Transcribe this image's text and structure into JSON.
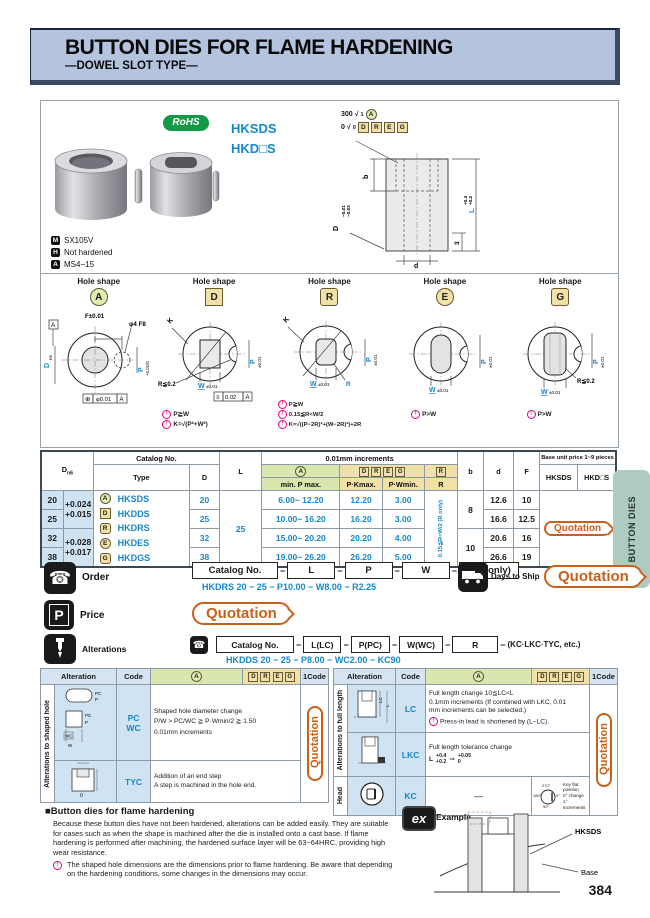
{
  "hdr": {
    "title": "BUTTON DIES FOR FLAME HARDENING",
    "subtitle": "—DOWEL SLOT TYPE—"
  },
  "product": {
    "rohs": "RoHS",
    "model1": "HKSDS",
    "model2": "HKD□S",
    "specs": [
      {
        "badge": "M",
        "text": "SX105V"
      },
      {
        "badge": "H",
        "text": "Not hardened"
      },
      {
        "badge": "A",
        "text": "MS4−15"
      }
    ]
  },
  "drw": {
    "r_top_val": "300",
    "r_top_n": "1",
    "r_top_badge": "A",
    "r_bot_val": "0",
    "r_bot_n": "0",
    "dim_b": "b",
    "dim_d": "d",
    "dim_step": "3",
    "dim_L": "L",
    "l_tol_top": "+0.4",
    "l_tol_bot": "+0.2",
    "dim_D": "D",
    "d_tol_top": "−0.01",
    "d_tol_bot": "−0.03"
  },
  "hs": {
    "title": "Hole shape",
    "a": {
      "badge": "A",
      "datum": "A",
      "f": "F±0.01",
      "pin": "φ4 F8",
      "dl": "D",
      "dsub": "n6",
      "p": "P",
      "ptol": "+0.01/0",
      "tsym": "⊕",
      "tval": "φ0.01",
      "tdat": "A"
    },
    "d": {
      "badge": "D",
      "k": "K",
      "p": "P",
      "ptol": "±0.01",
      "w": "W",
      "wtol": "±0.01",
      "r": "R≦0.2",
      "tsym": "≡",
      "tval": "0.02",
      "tdat": "A",
      "n1": "P≧W",
      "n2": "K=√(P²+W²)"
    },
    "r": {
      "badge": "R",
      "k": "K",
      "p": "P",
      "ptol": "±0.01",
      "w": "W",
      "wtol": "±0.01",
      "r": "R",
      "n1": "P≧W",
      "n2": "0.15≦R<W/2",
      "n3": "K=√((P−2R)²+(W−2R)²)+2R"
    },
    "e": {
      "badge": "E",
      "p": "P",
      "ptol": "±0.01",
      "w": "W",
      "wtol": "±0.01",
      "n1": "P>W"
    },
    "g": {
      "badge": "G",
      "p": "P",
      "ptol": "±0.01",
      "w": "W",
      "wtol": "±0.01",
      "r": "R≦0.2",
      "n1": "P>W"
    }
  },
  "tbl": {
    "h": {
      "d": "D",
      "dsub": "n6",
      "catalog": "Catalog No.",
      "type": "Type",
      "dcol": "D",
      "l": "L",
      "inc": "0.01mm increments",
      "ba": "A",
      "bd": "D",
      "br": "R",
      "be": "E",
      "bg": "G",
      "br2": "R",
      "minp": "min. P max.",
      "pkmax": "P·Kmax.",
      "pwmin": "P·Wmin.",
      "rsub": "R",
      "b": "b",
      "d2": "d",
      "f": "F",
      "price": "Base unit price  1~9 pieces",
      "pc1": "HKSDS",
      "pc2": "HKD□S"
    },
    "types": [
      {
        "badge": "A",
        "name": "HKSDS"
      },
      {
        "badge": "D",
        "name": "HKDDS"
      },
      {
        "badge": "R",
        "name": "HKDRS"
      },
      {
        "badge": "E",
        "name": "HKDES"
      },
      {
        "badge": "G",
        "name": "HKDGS"
      }
    ],
    "tol1t": "+0.024",
    "tol1b": "+0.015",
    "tol2t": "+0.028",
    "tol2b": "+0.017",
    "l_val": "25",
    "r_vert": "0.15≦R<W/2 (R only)",
    "rows": [
      {
        "dn6": "20",
        "d": "20",
        "range": "6.00~ 12.20",
        "kmax": "12.20",
        "wmin": "3.00",
        "dd": "12.6",
        "f": "10"
      },
      {
        "dn6": "25",
        "d": "25",
        "range": "10.00~ 16.20",
        "kmax": "16.20",
        "wmin": "3.00",
        "dd": "16.6",
        "f": "12.5"
      },
      {
        "dn6": "32",
        "d": "32",
        "range": "15.00~ 20.20",
        "kmax": "20.20",
        "wmin": "4.00",
        "dd": "20.6",
        "f": "16"
      },
      {
        "dn6": "38",
        "d": "38",
        "range": "19.00~ 26.20",
        "kmax": "26.20",
        "wmin": "5.00",
        "dd": "26.6",
        "f": "19"
      }
    ],
    "b1": "8",
    "b2": "10",
    "quote": "Quotation"
  },
  "tab": "BUTTON DIES",
  "order": {
    "label": "Order",
    "b1": "Catalog No.",
    "dash": "−",
    "b2": "L",
    "b3": "P",
    "b4": "W",
    "b5pre": "R(",
    "b5badge": "R",
    "b5suf": " only)",
    "example": "HKDRS 20   −   25   −   P10.00  −  W8.00  −   R2.25",
    "days": "Days to Ship",
    "quote": "Quotation"
  },
  "price": {
    "label": "Price",
    "quote": "Quotation"
  },
  "alt": {
    "label": "Alterations",
    "b1": "Catalog No.",
    "b2": "L(LC)",
    "b3": "P(PC)",
    "b4": "W(WC)",
    "b5": "R",
    "suffix": "(KC·LKC·TYC, etc.)",
    "example": "HKDDS 20   −   25   −  P8.00  −  WC2.00             −     KC90"
  },
  "alth": {
    "alter": "Alteration",
    "code": "Code",
    "a": "A",
    "d": "D",
    "r": "R",
    "e": "E",
    "g": "G",
    "one": "1Code"
  },
  "altL": {
    "side": "Alterations to shaped hole",
    "r1c1": "PC",
    "r1c2": "WC",
    "r1l1": "Shaped hole diameter change",
    "r1l2": "P/W > PC/WC ≧ P·Wmin/2 ≧ 1.50",
    "r1l3": "0.01mm increments",
    "r2c": "TYC",
    "r2l1": "Addition of an end step",
    "r2l2": "A step is machined in the hole end.",
    "diag": {
      "pc": "PC",
      "p": "P",
      "wc": "WC",
      "w": "W",
      "d": "D"
    },
    "quote": "Quotation"
  },
  "altR": {
    "side1": "Alterations to full length",
    "side2": "Head",
    "lc": "LC",
    "lc1": "Full length change  10≦LC<L",
    "lc2": "0.1mm increments (If combined with LKC, 0.01",
    "lc3": "mm increments can be selected.)",
    "lc_note": "Press-in lead is shortened by (L−LC).",
    "lkc": "LKC",
    "lkc1": "Full length tolerance change",
    "lkc_l": "L",
    "lkc_ft": "+0.4",
    "lkc_fb": "+0.2",
    "lkc_arrow": "⇒",
    "lkc_tt": "+0.05",
    "lkc_tb": "0",
    "kc": "KC",
    "kc_dash": "—",
    "kc_270": "270°",
    "kc_180": "180°",
    "kc_90": "90°",
    "kc_0": "0°",
    "kc_cap1": "Key flat position",
    "kc_cap2": "0° change 1°",
    "kc_cap3": "increments",
    "diag_lc": "LC",
    "diag_l": "L",
    "quote": "Quotation"
  },
  "notes": {
    "title": "■Button dies for flame hardening",
    "body": "Because these button dies have not been hardened, alterations can be added easily. They are suitable for cases such as when the shape is machined after the die is installed onto a cast base. If flame hardening is performed after machining, the hardened surface layer will be 63~64HRC, providing high wear resistance.",
    "note": "The shaped hole dimensions are the dimensions prior to flame hardening. Be aware that depending on the hardening conditions, some changes in the dimensions may occur."
  },
  "ex": {
    "icon": "ex",
    "label": "Example",
    "part": "HKSDS",
    "base": "Base"
  },
  "page": "384"
}
